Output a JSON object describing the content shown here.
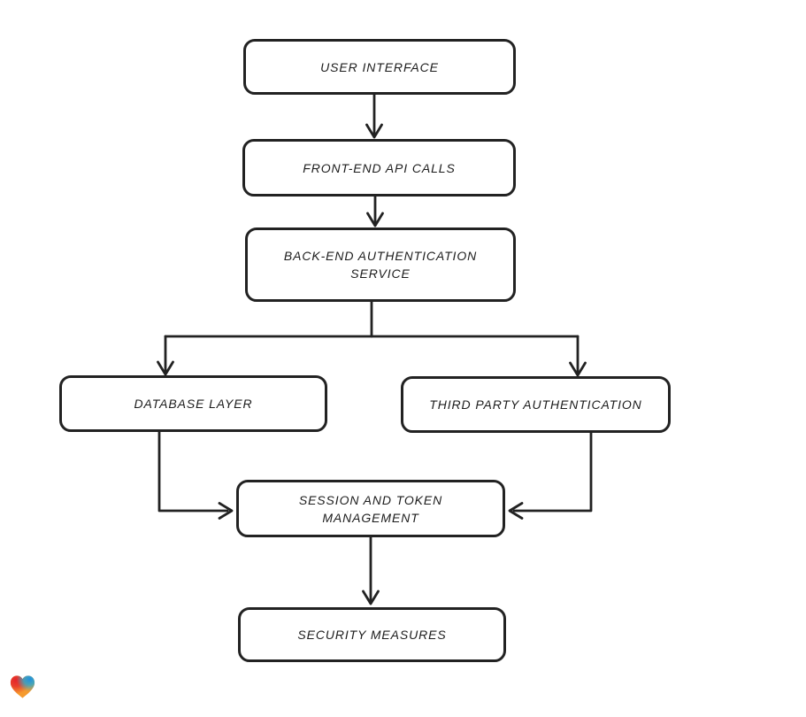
{
  "page": {
    "background": "#ffffff"
  },
  "diagram": {
    "type": "flowchart",
    "direction": "top-down",
    "style": "hand-drawn",
    "stroke_color": "#222222",
    "node_fill": "#ffffff",
    "text_color": "#1d1d1d",
    "nodes": [
      {
        "id": "user-interface",
        "label": "USER INTERFACE"
      },
      {
        "id": "front-end-api-calls",
        "label": "FRONT-END API CALLS"
      },
      {
        "id": "back-end-authentication-service",
        "label": "BACK-END AUTHENTICATION SERVICE"
      },
      {
        "id": "database-layer",
        "label": "DATABASE LAYER"
      },
      {
        "id": "third-party-authentication",
        "label": "THIRD PARTY AUTHENTICATION"
      },
      {
        "id": "session-and-token-management",
        "label": "SESSION AND TOKEN MANAGEMENT"
      },
      {
        "id": "security-measures",
        "label": "SECURITY MEASURES"
      }
    ],
    "edges": [
      {
        "from": "user-interface",
        "to": "front-end-api-calls"
      },
      {
        "from": "front-end-api-calls",
        "to": "back-end-authentication-service"
      },
      {
        "from": "back-end-authentication-service",
        "to": "database-layer"
      },
      {
        "from": "back-end-authentication-service",
        "to": "third-party-authentication"
      },
      {
        "from": "database-layer",
        "to": "session-and-token-management"
      },
      {
        "from": "third-party-authentication",
        "to": "session-and-token-management"
      },
      {
        "from": "session-and-token-management",
        "to": "security-measures"
      }
    ]
  },
  "branding": {
    "icon": "heart-gradient-icon",
    "colors": {
      "red": "#e6242b",
      "orange": "#f59a2e",
      "blue": "#2596d8"
    }
  }
}
